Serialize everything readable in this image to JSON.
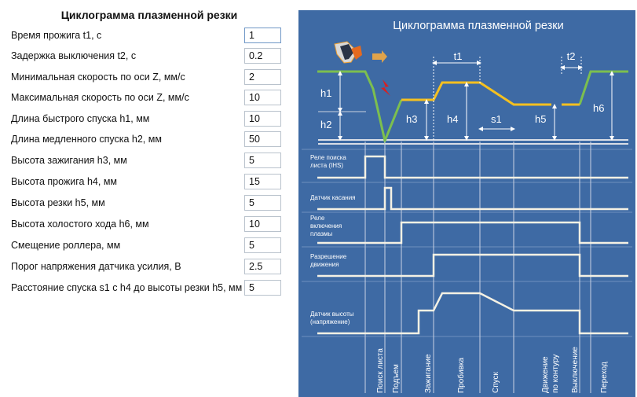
{
  "panel": {
    "title": "Циклограмма плазменной резки",
    "fields": [
      {
        "label": "Время прожига t1, с",
        "value": "1"
      },
      {
        "label": "Задержка выключения t2, с",
        "value": "0.2"
      },
      {
        "label": "Минимальная скорость по оси Z, мм/с",
        "value": "2"
      },
      {
        "label": "Максимальная скорость по оси Z, мм/с",
        "value": "10"
      },
      {
        "label": "Длина быстрого спуска h1, мм",
        "value": "10"
      },
      {
        "label": "Длина медленного спуска h2, мм",
        "value": "50"
      },
      {
        "label": "Высота зажигания h3, мм",
        "value": "5"
      },
      {
        "label": "Высота прожига h4, мм",
        "value": "15"
      },
      {
        "label": "Высота резки h5, мм",
        "value": "5"
      },
      {
        "label": "Высота холостого хода h6, мм",
        "value": "10"
      },
      {
        "label": "Смещение роллера, мм",
        "value": "5"
      },
      {
        "label": "Порог напряжения датчика усилия, В",
        "value": "2.5"
      },
      {
        "label": "Расстояние спуска s1 с h4 до высоты резки h5, мм",
        "value": "5"
      }
    ]
  },
  "diagram": {
    "title": "Циклограмма плазменной резки",
    "dim_labels": {
      "t1": "t1",
      "t2": "t2",
      "h1": "h1",
      "h2": "h2",
      "h3": "h3",
      "h4": "h4",
      "s1": "s1",
      "h5": "h5",
      "h6": "h6"
    },
    "signals": {
      "ihs_1": "Реле поиска",
      "ihs_2": "листа (IHS)",
      "touch": "Датчик касания",
      "relay_1": "Реле",
      "relay_2": "включения",
      "relay_3": "плазмы",
      "motion_1": "Разрешение",
      "motion_2": "движения",
      "height_1": "Датчик высоты",
      "height_2": "(напряжение)"
    },
    "phases": [
      "Поиск листа",
      "Подъем",
      "Зажигание",
      "Пробивка",
      "Спуск",
      "Движение",
      "по контуру",
      "Выключение",
      "Переход"
    ],
    "colors": {
      "background": "#3e6aa4",
      "height_line": "#7cbf4f",
      "cut_line": "#f4c020",
      "signal": "#f4f1e4",
      "accent": "#d92020"
    }
  }
}
